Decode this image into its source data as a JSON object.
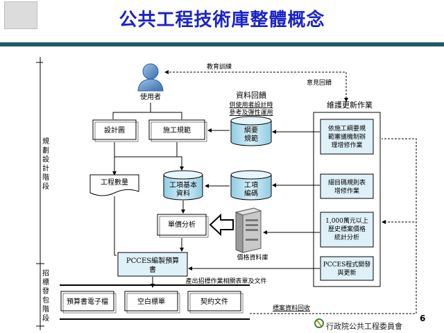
{
  "title": "公共工程技術庫整體概念",
  "page_number": "6",
  "organization": "行政院公共工程委員會",
  "colors": {
    "title": "#1a23c8",
    "title_bar": "#1f5a64",
    "box_fill": "#dff1f8",
    "cylinder_fill": "#bfe4f2",
    "gray_box": "#e3e3e3"
  },
  "side_labels": {
    "planning": [
      "規",
      "劃",
      "設",
      "計",
      "階",
      "段"
    ],
    "tender": [
      "招",
      "標",
      "發",
      "包",
      "階",
      "段"
    ]
  },
  "nodes": {
    "user": "使用者",
    "design_drawing": "設計圖",
    "construction_spec": "施工規範",
    "outline_spec": [
      "綱要",
      "規範"
    ],
    "feedback_title": "資料回饋",
    "feedback_sub": [
      "供使用者設計時",
      "參考及彈性運用"
    ],
    "maintenance": "維護更新作業",
    "maint_item1": [
      "依施工綱要規",
      "範審議機制辦",
      "理增修作業"
    ],
    "quantity": "工程數量",
    "basic_data": [
      "工項基本",
      "資料"
    ],
    "item_code": [
      "工項",
      "編碼"
    ],
    "maint_item2": [
      "細目碼規則表",
      "增修作業"
    ],
    "unit_price": "單價分析",
    "price_db": "價格資料庫",
    "maint_item3": [
      "1,000萬元以上",
      "歷史標案價格",
      "統計分析"
    ],
    "pcces_budget": [
      "PCCES編製預算",
      "書"
    ],
    "maint_item4": [
      "PCCES程式開發",
      "與更新"
    ],
    "output_docs": "產出招標作業相關表單及文件",
    "budget_file": "預算書電子檔",
    "blank_form": "空白標單",
    "contract_doc": "契約文件",
    "tender_return": "標案資料回收"
  },
  "edge_labels": {
    "training": "教育訓練",
    "opinion": "意見回饋"
  }
}
